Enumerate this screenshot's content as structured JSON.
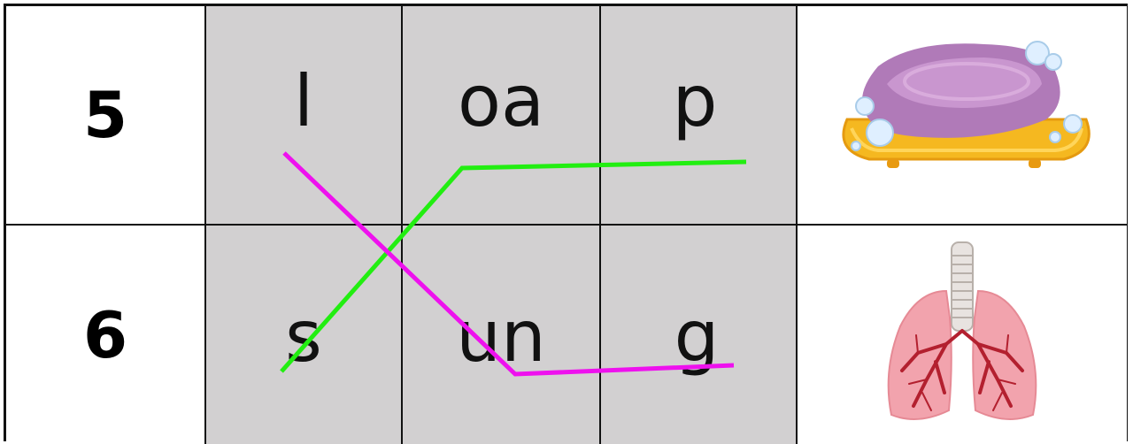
{
  "rows": [
    {
      "number": "5",
      "parts": [
        "l",
        "oa",
        "p"
      ],
      "picture": "soap-icon"
    },
    {
      "number": "6",
      "parts": [
        "s",
        "un",
        "g"
      ],
      "picture": "lungs-icon"
    }
  ],
  "lines": {
    "green": "#22ee11",
    "magenta": "#ee11ee"
  }
}
